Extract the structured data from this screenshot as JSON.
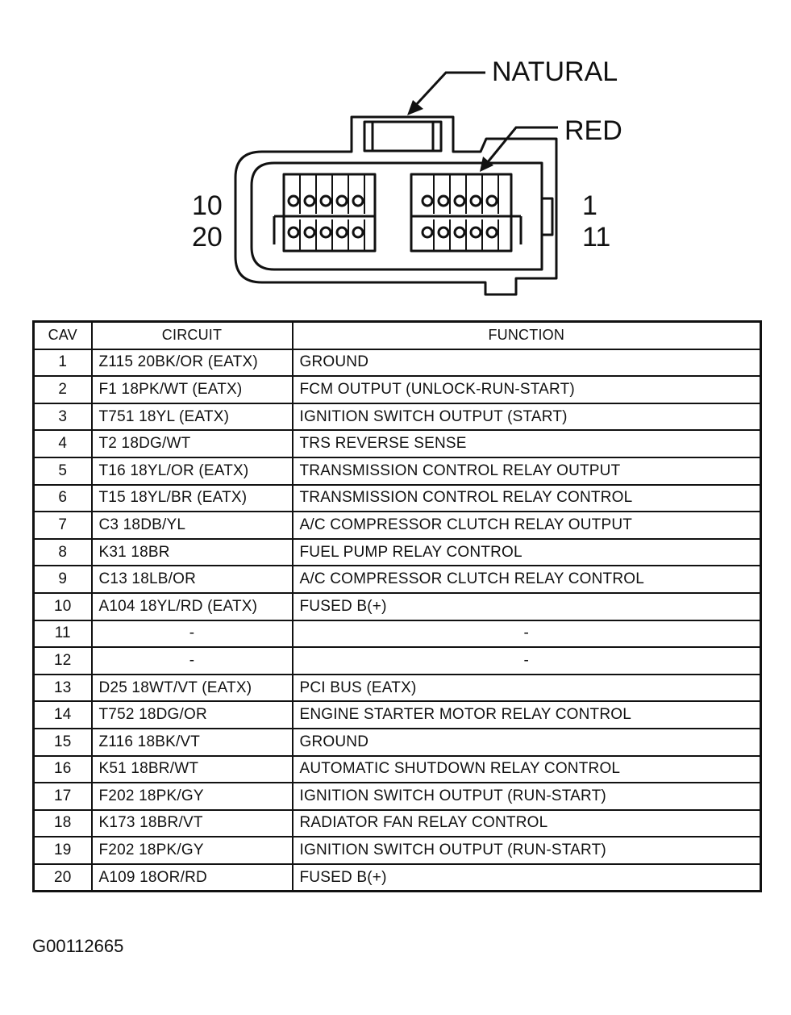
{
  "connector": {
    "label_natural": "NATURAL",
    "label_red": "RED",
    "pin_label_top_left": "10",
    "pin_label_bottom_left": "20",
    "pin_label_top_right": "1",
    "pin_label_bottom_right": "11"
  },
  "table": {
    "headers": {
      "cav": "CAV",
      "circuit": "CIRCUIT",
      "function": "FUNCTION"
    },
    "rows": [
      {
        "cav": "1",
        "circuit": "Z115 20BK/OR (EATX)",
        "function": "GROUND"
      },
      {
        "cav": "2",
        "circuit": "F1 18PK/WT (EATX)",
        "function": "FCM OUTPUT (UNLOCK-RUN-START)"
      },
      {
        "cav": "3",
        "circuit": "T751 18YL (EATX)",
        "function": "IGNITION SWITCH OUTPUT (START)"
      },
      {
        "cav": "4",
        "circuit": "T2 18DG/WT",
        "function": "TRS REVERSE SENSE"
      },
      {
        "cav": "5",
        "circuit": "T16 18YL/OR (EATX)",
        "function": "TRANSMISSION CONTROL RELAY OUTPUT"
      },
      {
        "cav": "6",
        "circuit": "T15 18YL/BR (EATX)",
        "function": "TRANSMISSION CONTROL RELAY CONTROL"
      },
      {
        "cav": "7",
        "circuit": "C3 18DB/YL",
        "function": "A/C COMPRESSOR CLUTCH RELAY OUTPUT"
      },
      {
        "cav": "8",
        "circuit": "K31 18BR",
        "function": "FUEL PUMP RELAY CONTROL"
      },
      {
        "cav": "9",
        "circuit": "C13 18LB/OR",
        "function": "A/C COMPRESSOR CLUTCH RELAY CONTROL"
      },
      {
        "cav": "10",
        "circuit": "A104 18YL/RD (EATX)",
        "function": "FUSED B(+)"
      },
      {
        "cav": "11",
        "circuit": "-",
        "function": "-"
      },
      {
        "cav": "12",
        "circuit": "-",
        "function": "-"
      },
      {
        "cav": "13",
        "circuit": "D25 18WT/VT (EATX)",
        "function": "PCI BUS (EATX)"
      },
      {
        "cav": "14",
        "circuit": "T752 18DG/OR",
        "function": "ENGINE STARTER MOTOR RELAY CONTROL"
      },
      {
        "cav": "15",
        "circuit": "Z116 18BK/VT",
        "function": "GROUND"
      },
      {
        "cav": "16",
        "circuit": "K51 18BR/WT",
        "function": "AUTOMATIC SHUTDOWN RELAY CONTROL"
      },
      {
        "cav": "17",
        "circuit": "F202 18PK/GY",
        "function": "IGNITION SWITCH OUTPUT (RUN-START)"
      },
      {
        "cav": "18",
        "circuit": "K173 18BR/VT",
        "function": "RADIATOR FAN RELAY CONTROL"
      },
      {
        "cav": "19",
        "circuit": "F202 18PK/GY",
        "function": "IGNITION SWITCH OUTPUT (RUN-START)"
      },
      {
        "cav": "20",
        "circuit": "A109 18OR/RD",
        "function": "FUSED B(+)"
      }
    ]
  },
  "figure_id": "G00112665"
}
